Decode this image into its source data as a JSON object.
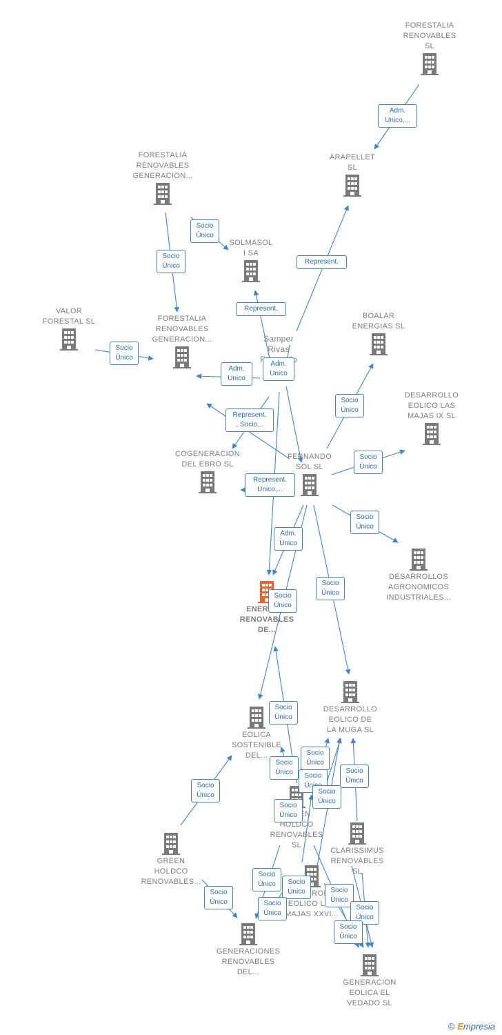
{
  "nodes": [
    {
      "id": "forestalia_top",
      "label": "FORESTALIA\nRENOVABLES\nSL",
      "type": "company"
    },
    {
      "id": "arapellet",
      "label": "ARAPELLET\nSL",
      "type": "company"
    },
    {
      "id": "forestalia_gen1",
      "label": "FORESTALIA\nRENOVABLES\nGENERACION...",
      "type": "company"
    },
    {
      "id": "solmasol",
      "label": "SOLMASOL\nI SA",
      "type": "company"
    },
    {
      "id": "valor",
      "label": "VALOR\nFORESTAL SL",
      "type": "company"
    },
    {
      "id": "forestalia_gen2",
      "label": "FORESTALIA\nRENOVABLES\nGENERACION...",
      "type": "company"
    },
    {
      "id": "samper",
      "label": "Samper\nRivas\nFernando",
      "type": "person"
    },
    {
      "id": "boalar",
      "label": "BOALAR\nENERGIAS  SL",
      "type": "company"
    },
    {
      "id": "majas_ix",
      "label": "DESARROLLO\nEOLICO LAS\nMAJAS IX  SL",
      "type": "company"
    },
    {
      "id": "cogeneracion",
      "label": "COGENERACION\nDEL EBRO  SL",
      "type": "company"
    },
    {
      "id": "fernando_sol",
      "label": "FERNANDO\nSOL SL",
      "type": "company"
    },
    {
      "id": "agronomicos",
      "label": "DESARROLLOS\nAGRONOMICOS\nINDUSTRIALES...",
      "type": "company"
    },
    {
      "id": "energias_main",
      "label": "ENERGIAS\nRENOVABLES\nDE...",
      "type": "main"
    },
    {
      "id": "la_muga",
      "label": "DESARROLLO\nEOLICO DE\nLA MUGA SL",
      "type": "company"
    },
    {
      "id": "eolica_sost",
      "label": "EOLICA\nSOSTENIBLE\nDEL...",
      "type": "company"
    },
    {
      "id": "green_holdco_mid",
      "label": "GREEN\nHOLDCO\nRENOVABLES\nSL",
      "type": "company"
    },
    {
      "id": "clarissimus",
      "label": "CLARISSIMUS\nRENOVABLES\nSL",
      "type": "company"
    },
    {
      "id": "green_holdco",
      "label": "GREEN\nHOLDCO\nRENOVABLES...",
      "type": "company"
    },
    {
      "id": "majas_xxvi",
      "label": "DESARROLLO\nEOLICO LAS\nMAJAS XXVI...",
      "type": "company"
    },
    {
      "id": "generaciones",
      "label": "GENERACIONES\nRENOVABLES\nDEL...",
      "type": "company"
    },
    {
      "id": "vedado",
      "label": "GENERACION\nEOLICA EL\nVEDADO SL",
      "type": "company"
    }
  ],
  "edge_labels": [
    "Adm.\nUnico,...",
    "Socio\nÚnico",
    "Socio\nÚnico",
    "Represent.",
    "Represent.",
    "Socio\nÚnico",
    "Adm.\nUnico",
    "Adm.\nUnico",
    "Represent.\n, Socio...",
    "Socio\nÚnico",
    "Socio\nÚnico",
    "Represent.\nUnico,...",
    "Socio\nÚnico",
    "Adm.\nUnico",
    "Socio\nÚnico",
    "Socio\nÚnico",
    "Socio\nÚnico",
    "Socio\nÚnico",
    "Socio\nÚnico",
    "Socio\nÚnico",
    "Socio\nÚnico",
    "Socio\nÚnico",
    "Socio\nÚnico",
    "Socio\nÚnico",
    "Socio\nÚnico",
    "Socio\nÚnico",
    "Socio\nÚnico",
    "Socio\nÚnico",
    "Socio\nÚnico",
    "Socio\nÚnico",
    "Socio\nÚnico",
    "Socio\nÚnico"
  ],
  "colors": {
    "edge": "#3f83d4",
    "node": "#7a7a7a",
    "main": "#f0602a"
  },
  "credit": {
    "symbol": "©",
    "brand_first": "E",
    "brand_rest": "mpresia"
  }
}
